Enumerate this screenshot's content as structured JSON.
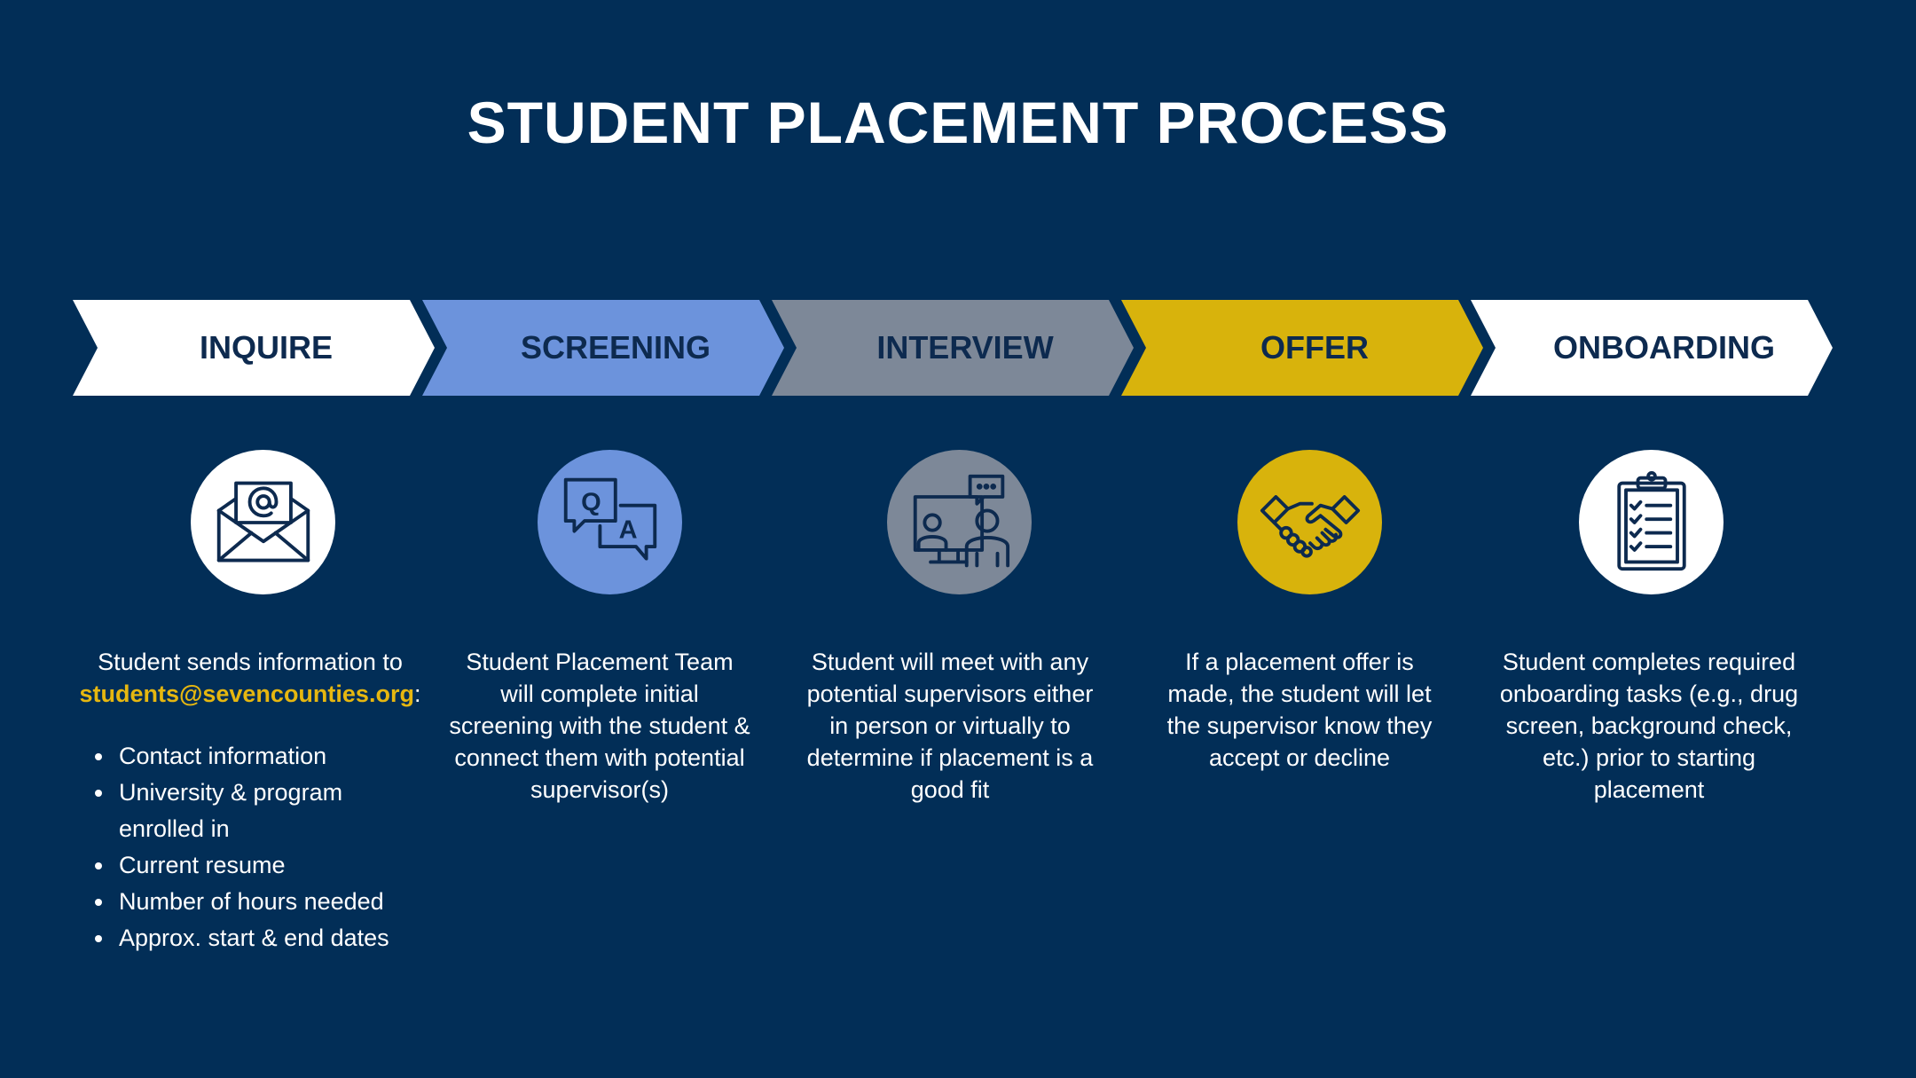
{
  "title": "STUDENT PLACEMENT PROCESS",
  "colors": {
    "background": "#022e57",
    "inquire": "#ffffff",
    "screening": "#6c93dc",
    "interview": "#7d8898",
    "offer": "#d8b30c",
    "onboarding": "#ffffff",
    "email": "#e6b710"
  },
  "steps": [
    {
      "label": "INQUIRE",
      "icon": "envelope-at-icon",
      "desc_prefix": "Student sends information to",
      "email": "students@sevencounties.org",
      "desc_suffix": ":",
      "bullets": [
        "Contact information",
        "University & program enrolled in",
        "Current resume",
        "Number of hours needed",
        "Approx. start & end dates"
      ]
    },
    {
      "label": "SCREENING",
      "icon": "qa-chat-icon",
      "desc": "Student Placement Team will complete initial screening with the student & connect them with potential supervisor(s)"
    },
    {
      "label": "INTERVIEW",
      "icon": "video-meeting-icon",
      "desc": "Student will meet with any potential supervisors either in person or virtually to determine if placement is a good fit"
    },
    {
      "label": "OFFER",
      "icon": "handshake-icon",
      "desc": "If a placement offer is made, the student will let the supervisor know they accept or decline"
    },
    {
      "label": "ONBOARDING",
      "icon": "clipboard-checklist-icon",
      "desc": "Student completes required onboarding tasks (e.g., drug screen, background check, etc.) prior to starting placement"
    }
  ]
}
